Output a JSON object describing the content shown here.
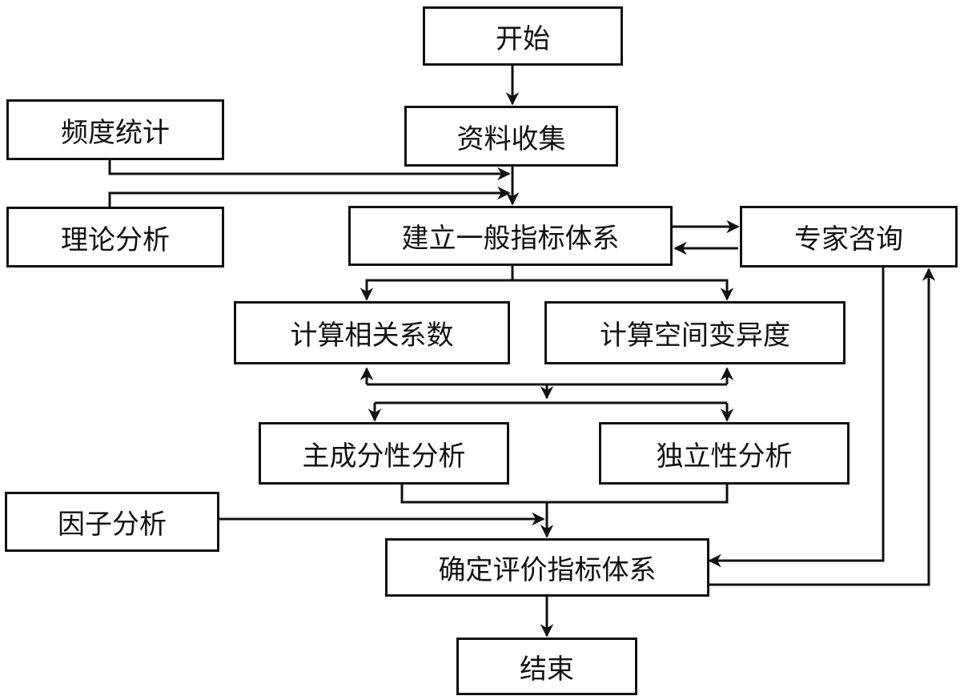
{
  "nodes": {
    "start": "开始",
    "collect": "资料收集",
    "freq": "频度统计",
    "theory": "理论分析",
    "build": "建立一般指标体系",
    "expert": "专家咨询",
    "corr": "计算相关系数",
    "spatial": "计算空间变异度",
    "pca": "主成分性分析",
    "indep": "独立性分析",
    "factor": "因子分析",
    "final": "确定评价指标体系",
    "end": "结束"
  },
  "edges": [
    {
      "from": "start",
      "to": "collect"
    },
    {
      "from": "collect",
      "to": "build"
    },
    {
      "from": "freq",
      "to": "build"
    },
    {
      "from": "theory",
      "to": "build"
    },
    {
      "from": "build",
      "to": "expert"
    },
    {
      "from": "expert",
      "to": "build"
    },
    {
      "from": "build",
      "to": "corr"
    },
    {
      "from": "build",
      "to": "spatial"
    },
    {
      "from": "corr",
      "to": "pca"
    },
    {
      "from": "spatial",
      "to": "indep"
    },
    {
      "from": "pca",
      "to": "final"
    },
    {
      "from": "indep",
      "to": "final"
    },
    {
      "from": "factor",
      "to": "final"
    },
    {
      "from": "expert",
      "to": "final"
    },
    {
      "from": "final",
      "to": "expert"
    },
    {
      "from": "final",
      "to": "end"
    }
  ]
}
